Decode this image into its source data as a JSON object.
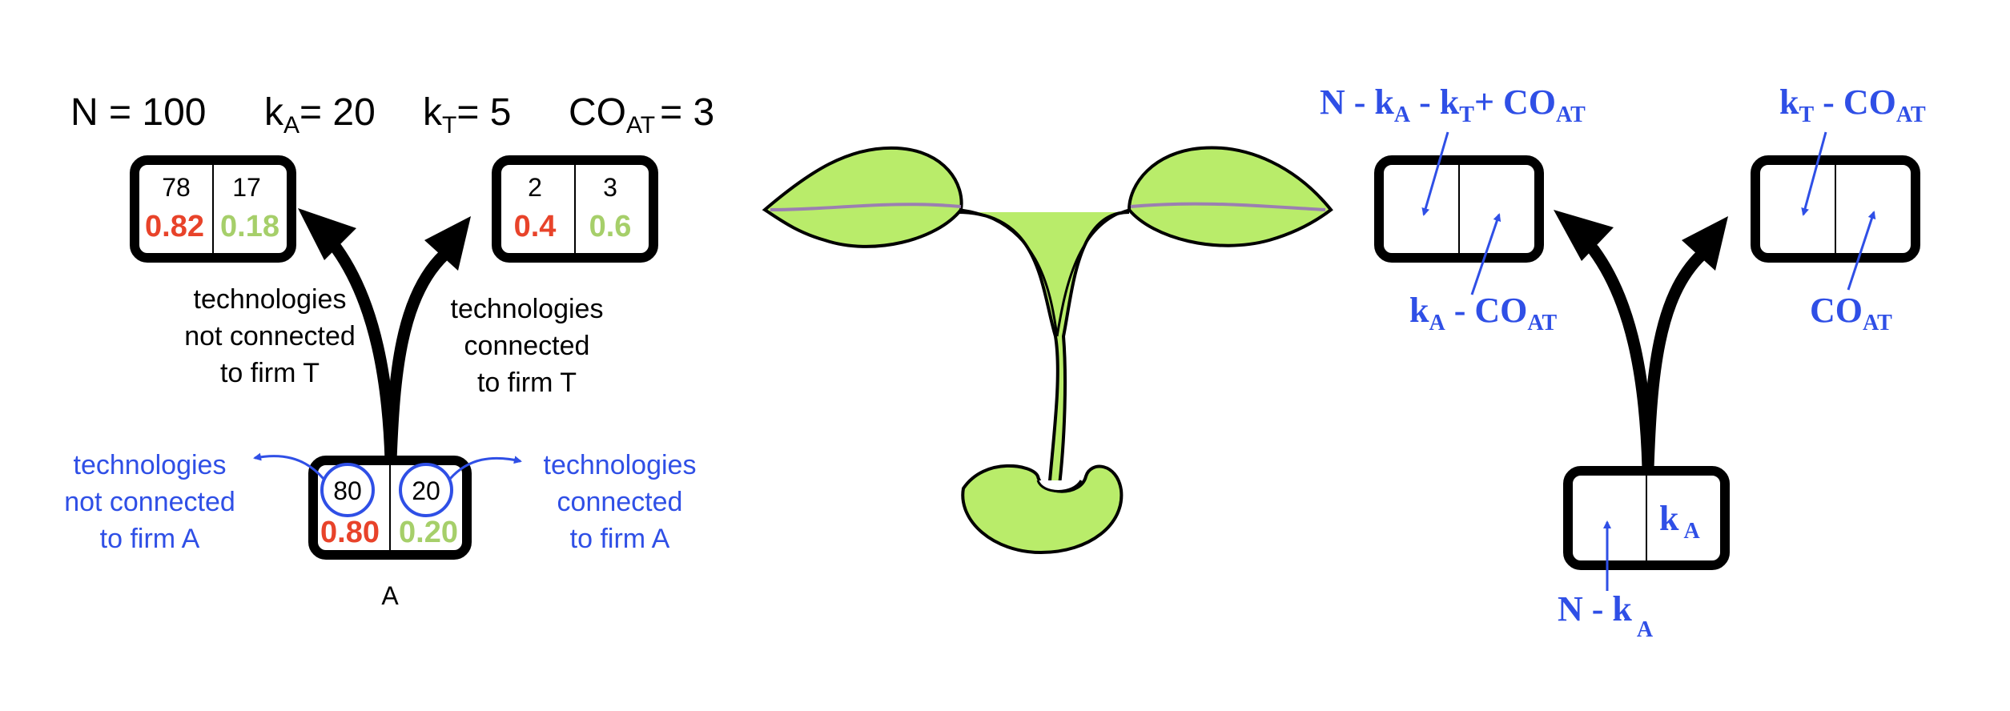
{
  "params": {
    "n": "N = 100",
    "ka_prefix": "k",
    "ka_sub": "A",
    "ka_value": "= 20",
    "kt_prefix": "k",
    "kt_sub": "T",
    "kt_value": "= 5",
    "co_prefix": "CO",
    "co_sub": "AT",
    "co_value": "= 3"
  },
  "left": {
    "parent": {
      "counts": [
        "80",
        "20"
      ],
      "shares": [
        "0.80",
        "0.20"
      ],
      "label": "A"
    },
    "child_not_connected": {
      "counts": [
        "78",
        "17"
      ],
      "shares": [
        "0.82",
        "0.18"
      ]
    },
    "child_connected": {
      "counts": [
        "2",
        "3"
      ],
      "shares": [
        "0.4",
        "0.6"
      ]
    },
    "labels": {
      "not_connected_T": [
        "technologies",
        "not connected",
        "to firm T"
      ],
      "connected_T": [
        "technologies",
        "connected",
        "to firm T"
      ],
      "not_connected_A": [
        "technologies",
        "not connected",
        "to firm A"
      ],
      "connected_A": [
        "technologies",
        "connected",
        "to firm A"
      ]
    }
  },
  "right": {
    "parent_right": {
      "base": "k",
      "sub": "A"
    },
    "parent_left": {
      "base": "N - k",
      "sub": "A"
    },
    "child1_top": {
      "p1": "N - k",
      "s1": "A",
      "p2": " - k",
      "s2": "T",
      "p3": "+ CO",
      "s3": "AT"
    },
    "child1_bottom": {
      "p1": "k",
      "s1": "A",
      "p2": " - CO",
      "s2": "AT"
    },
    "child2_top": {
      "p1": "k",
      "s1": "T",
      "p2": " - CO",
      "s2": "AT"
    },
    "child2_bottom": {
      "p1": "CO",
      "s1": "AT"
    }
  },
  "colors": {
    "red": "#e8432a",
    "green": "#a6cf6a",
    "blue": "#2f4fe6",
    "black": "#000000",
    "leaf_fill": "#b9ec6a",
    "leaf_vein": "#9b7fb1"
  }
}
